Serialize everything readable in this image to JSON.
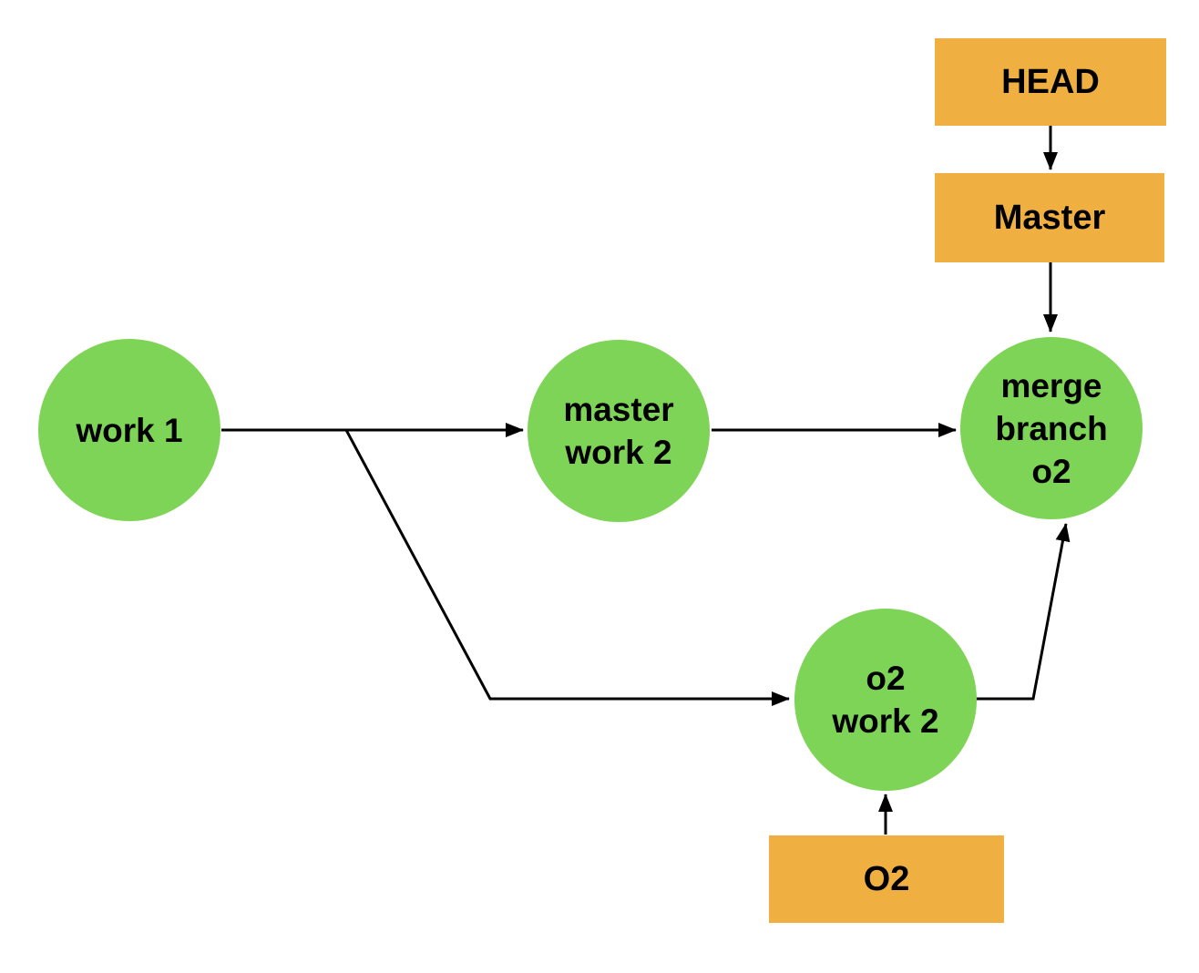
{
  "diagram": {
    "type": "git-branch-merge-diagram",
    "colors": {
      "background": "#FFFFFF",
      "commit_fill": "#7ED456",
      "ref_fill": "#F0B041",
      "text": "#000000",
      "edge": "#000000"
    },
    "nodes": {
      "work1": {
        "label": "work 1"
      },
      "masterWork2": {
        "label": "master\nwork 2"
      },
      "mergeBranchO2": {
        "label": "merge\nbranch\no2"
      },
      "o2Work2": {
        "label": "o2\nwork 2"
      }
    },
    "refs": {
      "head": {
        "label": "HEAD"
      },
      "master": {
        "label": "Master"
      },
      "o2": {
        "label": "O2"
      }
    },
    "edges": [
      {
        "from": "HEAD",
        "to": "Master"
      },
      {
        "from": "Master",
        "to": "merge branch o2"
      },
      {
        "from": "work 1",
        "to": "master work 2"
      },
      {
        "from": "master work 2",
        "to": "merge branch o2"
      },
      {
        "from": "work 1",
        "to": "o2 work 2"
      },
      {
        "from": "o2 work 2",
        "to": "merge branch o2"
      },
      {
        "from": "O2",
        "to": "o2 work 2"
      }
    ]
  }
}
